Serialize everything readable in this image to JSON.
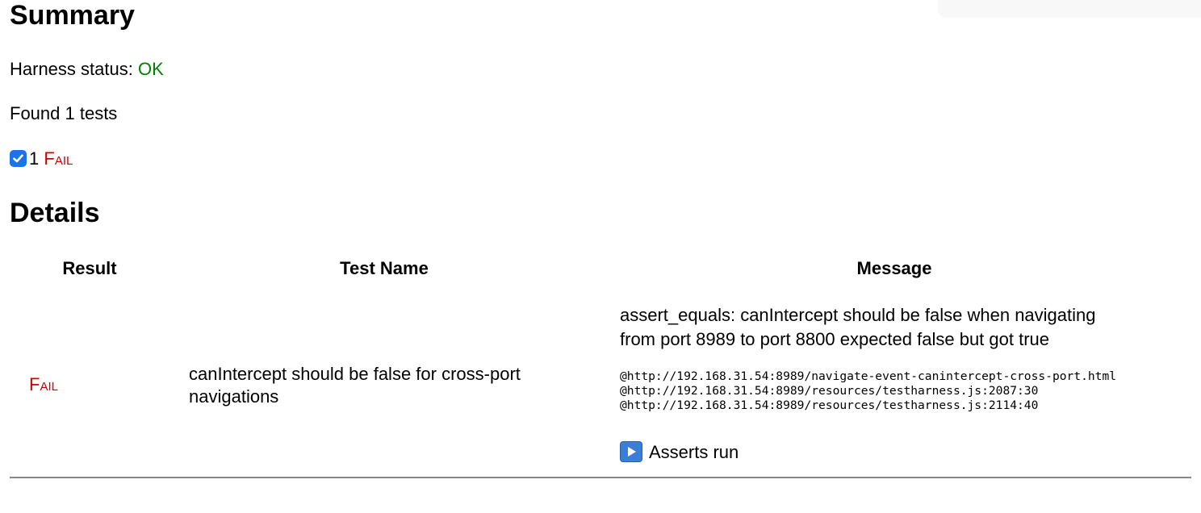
{
  "summary": {
    "heading": "Summary",
    "harness_label": "Harness status: ",
    "harness_value": "OK",
    "found_text": "Found 1 tests",
    "fail_count": "1",
    "fail_label": "Fail"
  },
  "details": {
    "heading": "Details",
    "columns": {
      "result": "Result",
      "test_name": "Test Name",
      "message": "Message"
    },
    "row": {
      "result": "Fail",
      "test_name_line1": "canIntercept should be false for cross-port",
      "test_name_line2": "navigations",
      "message_line1": "assert_equals: canIntercept should be false when navigating",
      "message_line2": "from port 8989 to port 8800 expected false but got true",
      "stack_line1": "@http://192.168.31.54:8989/navigate-event-canintercept-cross-port.html",
      "stack_line2": "@http://192.168.31.54:8989/resources/testharness.js:2087:30",
      "stack_line3": "@http://192.168.31.54:8989/resources/testharness.js:2114:40",
      "asserts_label": "Asserts run"
    }
  },
  "colors": {
    "ok": "#008000",
    "fail": "#cc0000",
    "checkbox": "#1a73e8"
  },
  "icons": {
    "checkbox": "checked-checkbox-icon",
    "expand": "play-triangle-icon"
  }
}
